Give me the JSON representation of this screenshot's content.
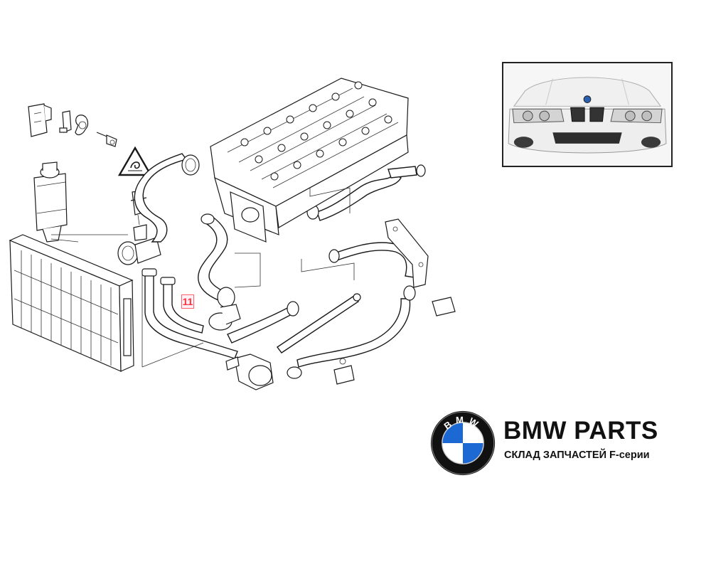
{
  "diagram": {
    "callout_number": "11"
  },
  "car_photo": {
    "alt": "BMW 5 Series E39 front view"
  },
  "brand": {
    "logo_text": "BMW",
    "title": "BMW PARTS",
    "subtitle": "СКЛАД ЗАПЧАСТЕЙ F-серии",
    "colors": {
      "blue": "#1c69d4",
      "ring": "#111111",
      "white": "#ffffff"
    }
  },
  "colors": {
    "callout": "#ff3040",
    "line": "#1a1a1a",
    "background": "#ffffff"
  }
}
